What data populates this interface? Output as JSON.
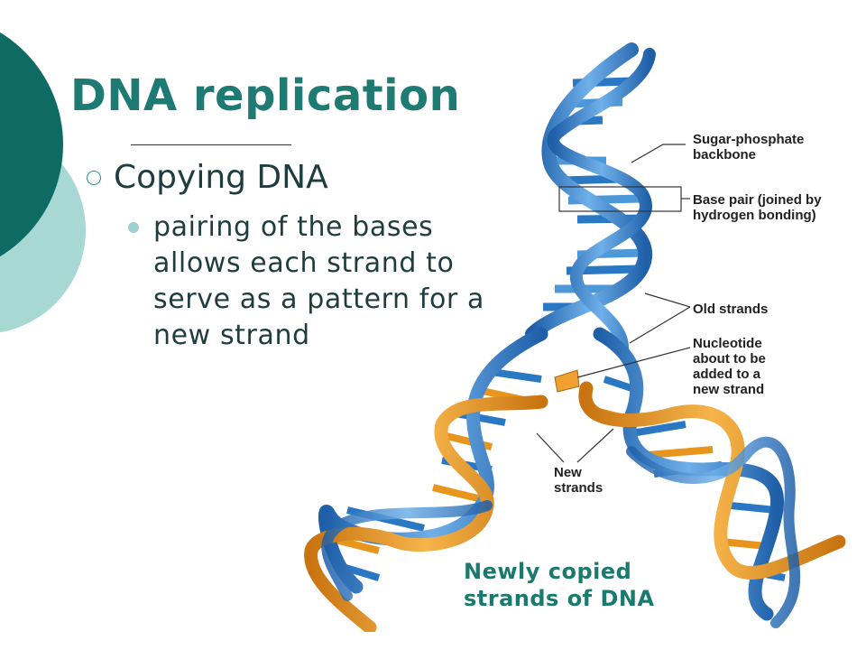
{
  "slide": {
    "title": "DNA replication",
    "bullet_level1": "Copying DNA",
    "bullet_level2": "pairing of the bases allows each strand to serve as a pattern for a new strand"
  },
  "figure": {
    "labels": {
      "backbone": "Sugar-phosphate\nbackbone",
      "base_pair": "Base pair (joined by\nhydrogen bonding)",
      "old_strands": "Old strands",
      "nucleotide": "Nucleotide\nabout to be\nadded to a\nnew strand",
      "new_strands": "New\nstrands"
    },
    "caption": "Newly copied\nstrands of DNA"
  },
  "colors": {
    "title": "#1e7a72",
    "deco_dark": "#0d6b63",
    "deco_light": "#a8d8d4",
    "old_strand": "#2a78c4",
    "new_strand": "#e8951e",
    "caption": "#1a7a6e"
  }
}
